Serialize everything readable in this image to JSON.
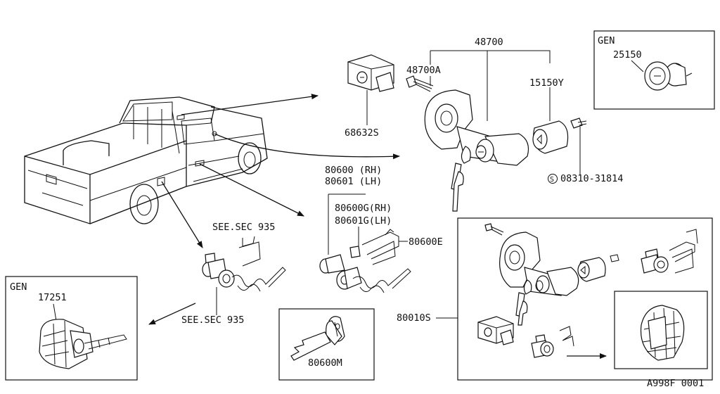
{
  "labels": {
    "p48700": "48700",
    "p48700a": "48700A",
    "p68632s": "68632S",
    "p15150y": "15150Y",
    "s08310": "08310-31814",
    "p80600rh": "80600 (RH)",
    "p80601lh": "80601 (LH)",
    "p80600g": "80600G(RH)",
    "p80601g": "80601G(LH)",
    "p80600e": "80600E",
    "see1": "SEE.SEC 935",
    "see2": "SEE.SEC 935",
    "p80010s": "80010S",
    "p80600m": "80600M",
    "gen_top_title": "GEN",
    "gen_top_part": "25150",
    "gen_left_title": "GEN",
    "gen_left_part": "17251",
    "s_symbol": "S",
    "footer": "A998F 0001"
  }
}
